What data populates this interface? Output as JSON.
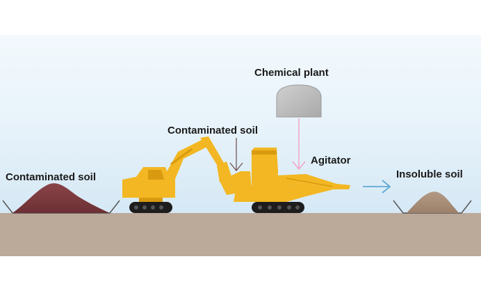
{
  "labels": {
    "chemical_plant": "Chemical plant",
    "contaminated_soil_center": "Contaminated soil",
    "agitator": "Agitator",
    "contaminated_soil_left": "Contaminated soil",
    "insoluble_soil": "Insoluble soil"
  },
  "colors": {
    "sky_top": "#f3f9fd",
    "sky_bottom": "#d5e8f5",
    "ground": "#bba99a",
    "machine_yellow": "#f2b722",
    "machine_dark": "#d99a10",
    "track": "#1d1d1d",
    "contaminated_soil": "#7a3a3e",
    "insoluble_soil": "#a98e78",
    "chemical_plant": "#bfbfbf",
    "arrow_pink": "#f2a5c4",
    "arrow_brown": "#6b4a4a",
    "arrow_blue": "#5fa9d3",
    "pit_outline": "#555555"
  }
}
